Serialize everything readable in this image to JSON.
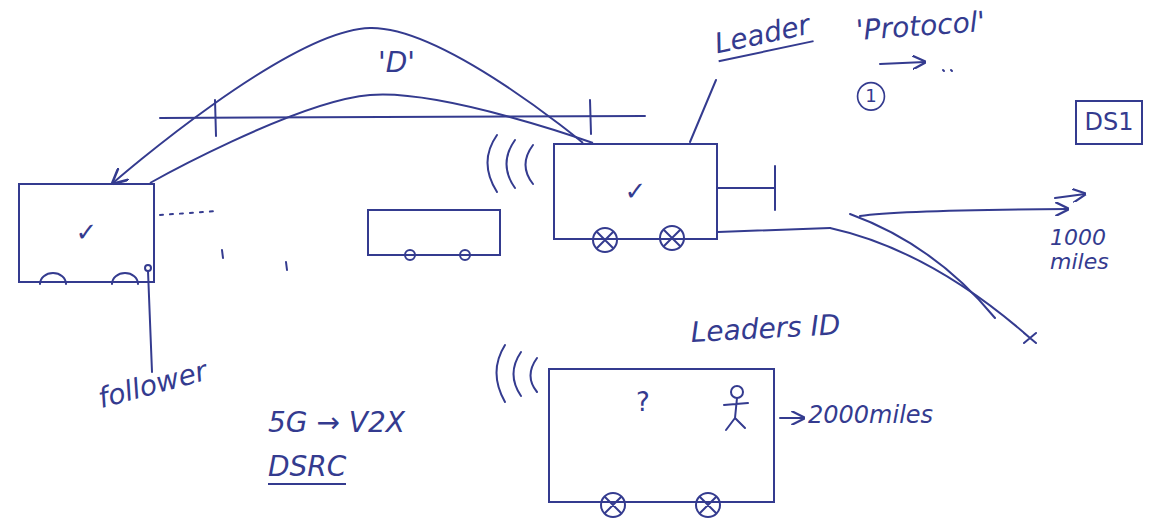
{
  "diagram": {
    "nodes": [
      {
        "text": [
          "✓"
        ]
      },
      {
        "text": [
          "✓"
        ]
      },
      {
        "text": [
          "?"
        ]
      },
      {
        "text": [
          "1"
        ]
      },
      {
        "text": [
          "DS1"
        ]
      }
    ],
    "edges": [
      {
        "from": 1,
        "to": 0,
        "arrow": "to",
        "label": "'D'"
      },
      {
        "from": 0,
        "to": 1,
        "arrow": "none"
      }
    ],
    "labels": [
      "Leader",
      "'Protocol'",
      "1000 miles",
      "follower",
      "5G → V2X",
      "DSRC",
      "Leaders ID",
      "2000miles"
    ]
  }
}
